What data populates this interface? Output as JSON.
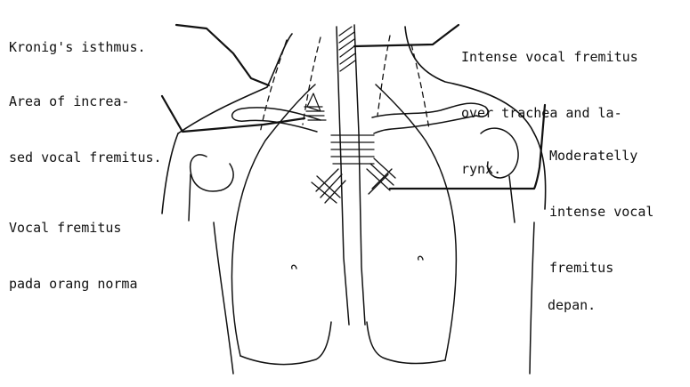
{
  "labels": {
    "kronig": [
      "Kronig's isthmus."
    ],
    "area_increased": [
      "Area of increa-",
      "sed vocal fremitus."
    ],
    "intense_trachea": [
      "Intense vocal fremitus",
      "over trachea and la-",
      "rynx."
    ],
    "moderate": [
      "Moderatelly",
      "intense vocal",
      "fremitus"
    ],
    "normal": [
      "Vocal fremitus",
      "pada orang norma"
    ],
    "view": [
      "depan."
    ]
  },
  "colors": {
    "ink": "#111111",
    "background": "#ffffff"
  }
}
